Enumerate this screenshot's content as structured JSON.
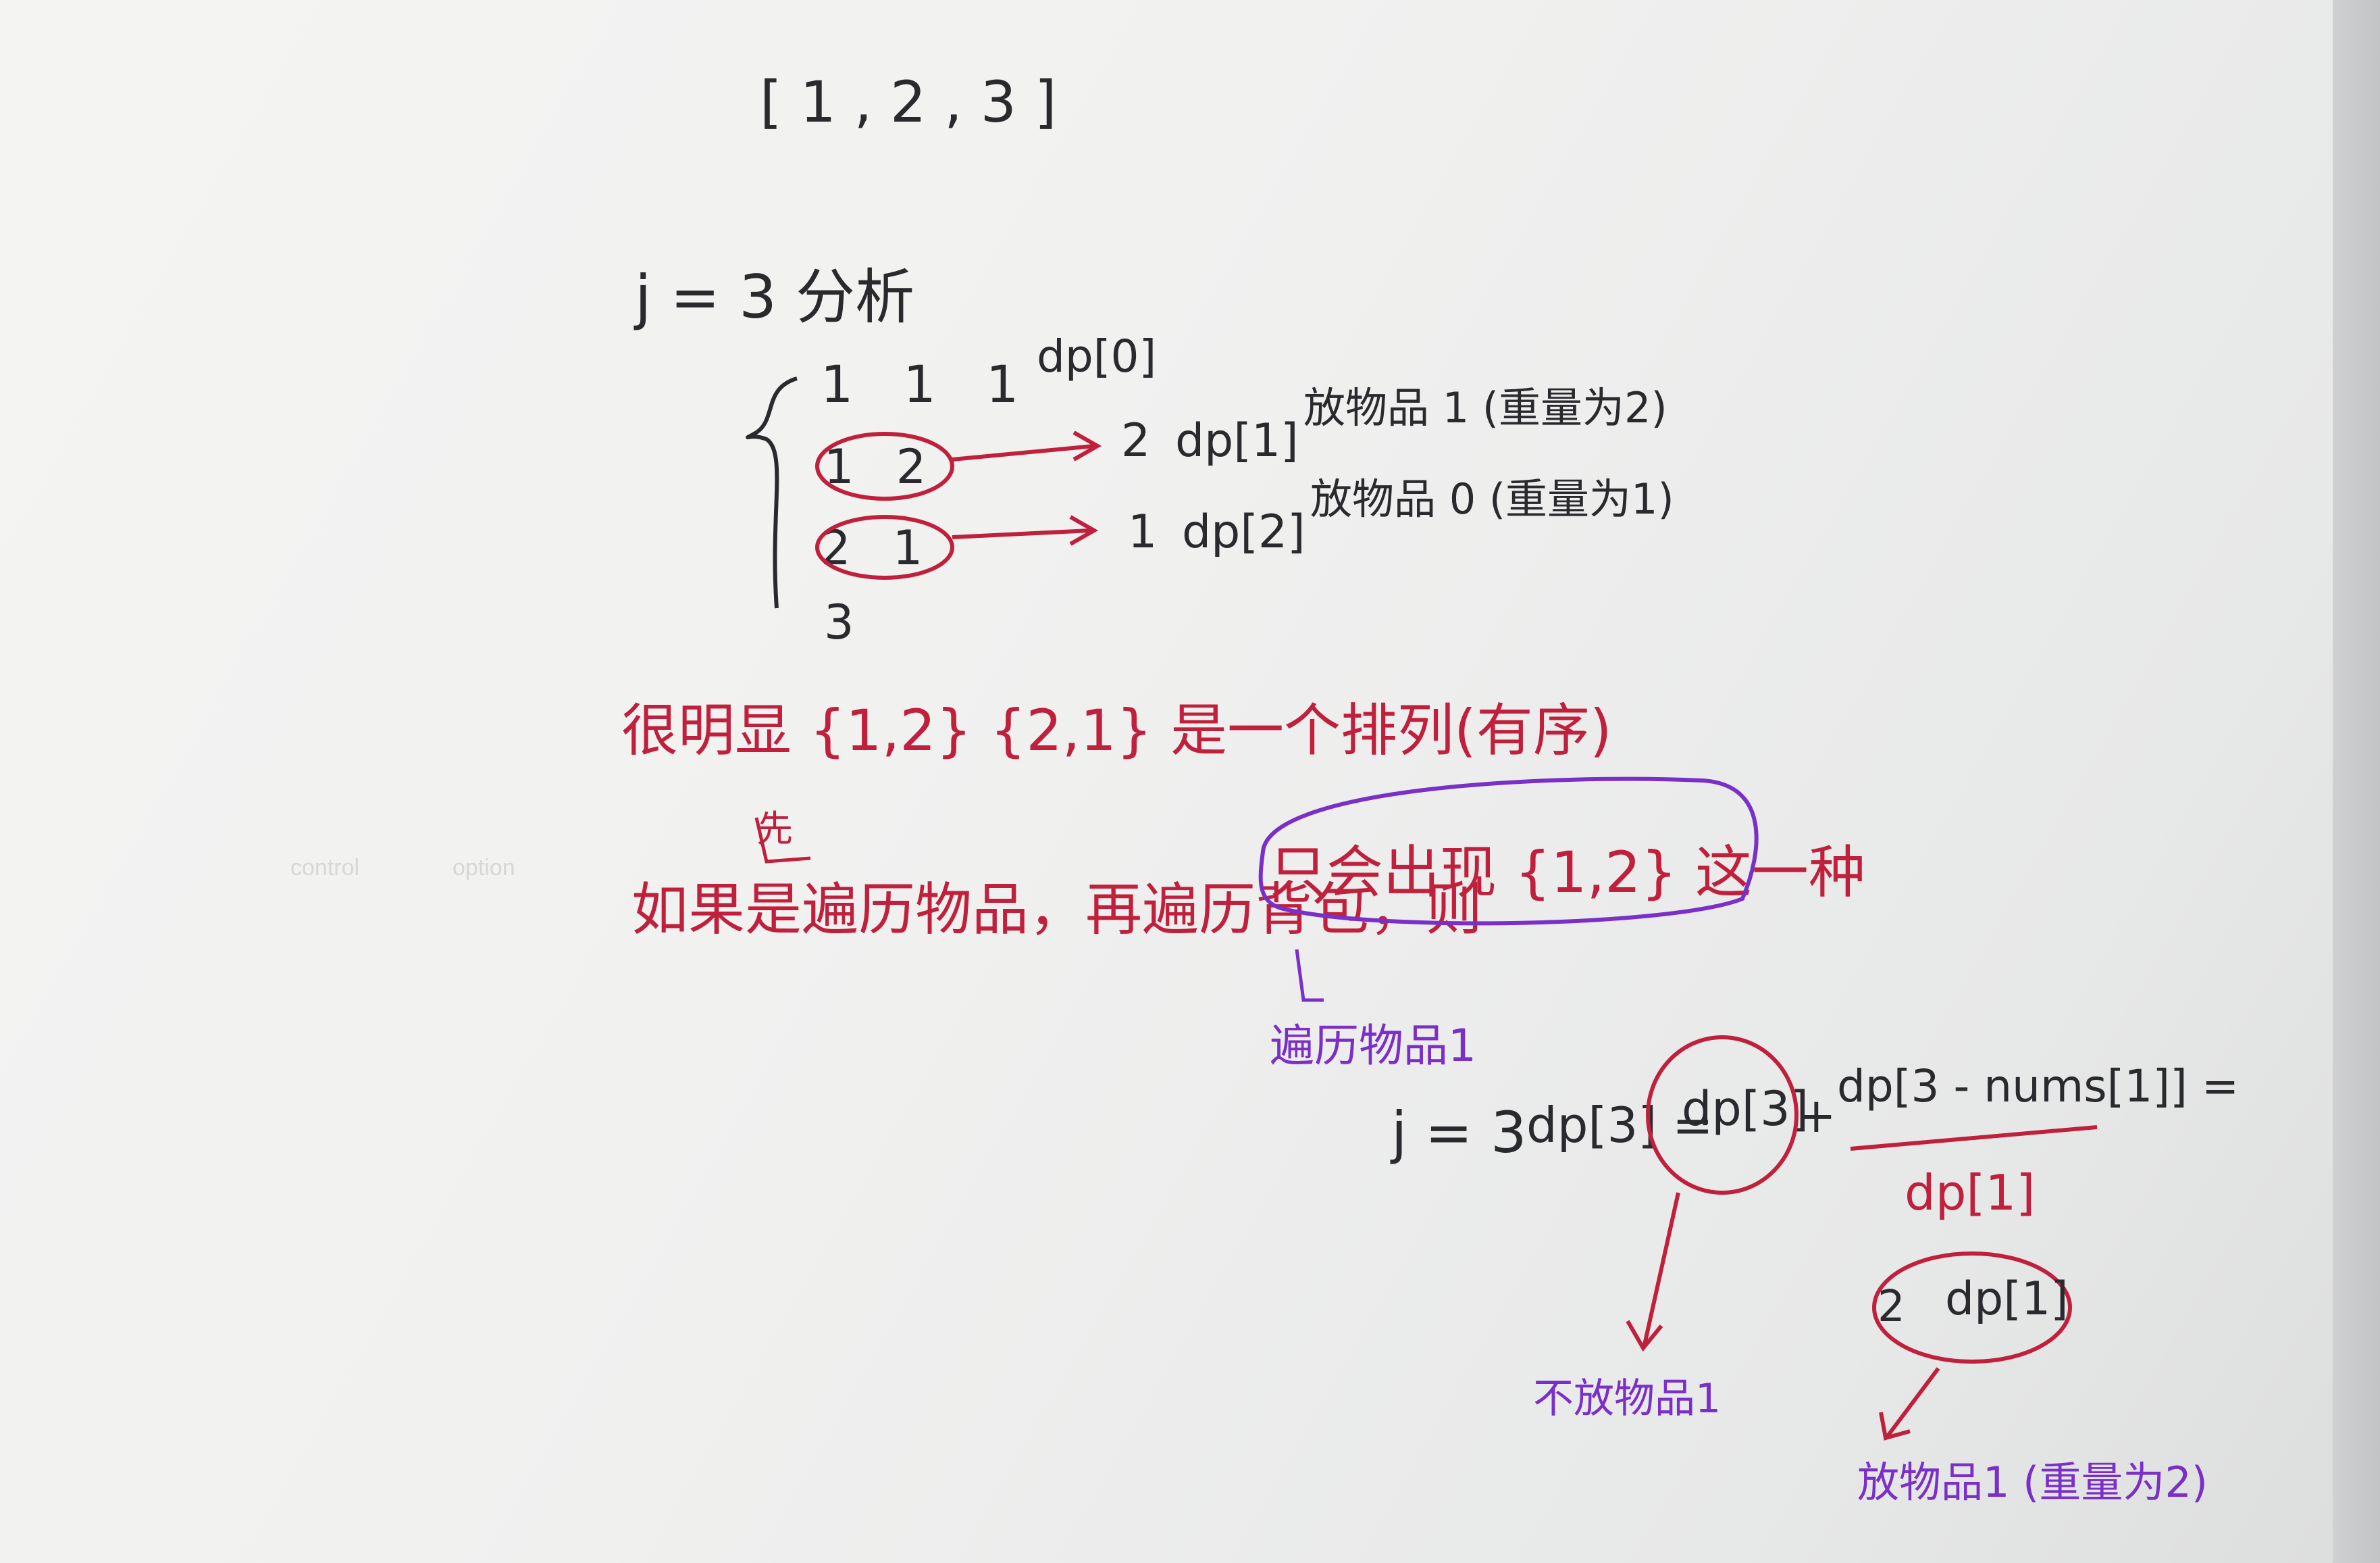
{
  "note": {
    "array": "[ 1 , 2 , 3 ]",
    "case_title": "j = 3 分析",
    "dp0_label": "dp[0]",
    "dp1_label": "dp[1]",
    "dp2_label": "dp[2]",
    "rows": [
      "1 1 1",
      "1 2",
      "2 1",
      "3"
    ],
    "arrow1_value": "2",
    "arrow1_desc": "放物品 1 (重量为2)",
    "arrow2_value": "1",
    "arrow2_desc": "放物品 0 (重量为1)",
    "perm_note": "很明显 {1,2} {2,1} 是一个排列(有序)",
    "first_mark": "先",
    "loop_note": "如果是遍历物品，再遍历背包，则",
    "loop_result": "只会出现 {1,2} 这一种",
    "iterate_item": "遍历物品1",
    "formula_j": "j = 3",
    "formula_lhs": "dp[3] =",
    "formula_term1": "dp[3]",
    "formula_plus": "+",
    "formula_term2": "dp[3 - nums[1]] =",
    "formula_sub": "dp[1]",
    "circled_value": "2",
    "circled_dp": "dp[1]",
    "no_place": "不放物品1",
    "place_item": "放物品1 (重量为2)"
  },
  "colors": {
    "black_ink": "#2a2a2e",
    "red_ink": "#c0203c",
    "purple_ink": "#7a2fc8"
  }
}
